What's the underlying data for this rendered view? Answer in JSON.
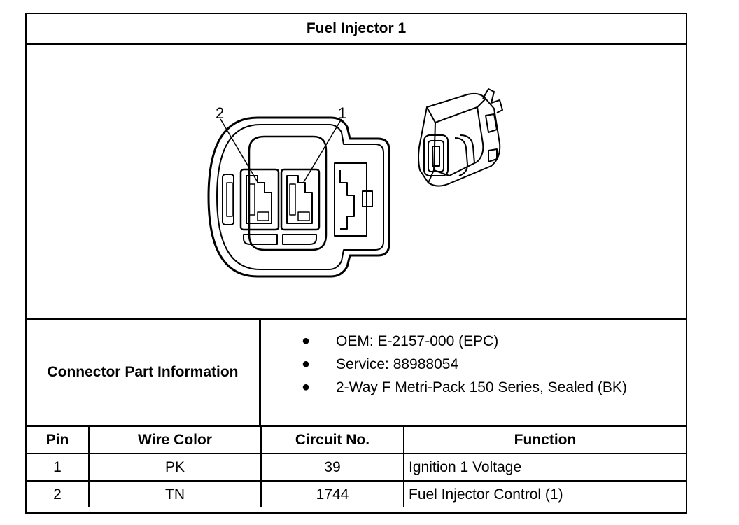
{
  "title": "Fuel Injector 1",
  "figure": {
    "pin_labels": [
      "2",
      "1"
    ]
  },
  "connector_info": {
    "label": "Connector Part Information",
    "items": [
      "OEM: E-2157-000 (EPC)",
      "Service: 88988054",
      "2-Way F Metri-Pack 150 Series, Sealed (BK)"
    ]
  },
  "pin_table": {
    "headers": [
      "Pin",
      "Wire Color",
      "Circuit No.",
      "Function"
    ],
    "rows": [
      [
        "1",
        "PK",
        "39",
        "Ignition 1 Voltage"
      ],
      [
        "2",
        "TN",
        "1744",
        "Fuel Injector Control (1)"
      ]
    ]
  }
}
